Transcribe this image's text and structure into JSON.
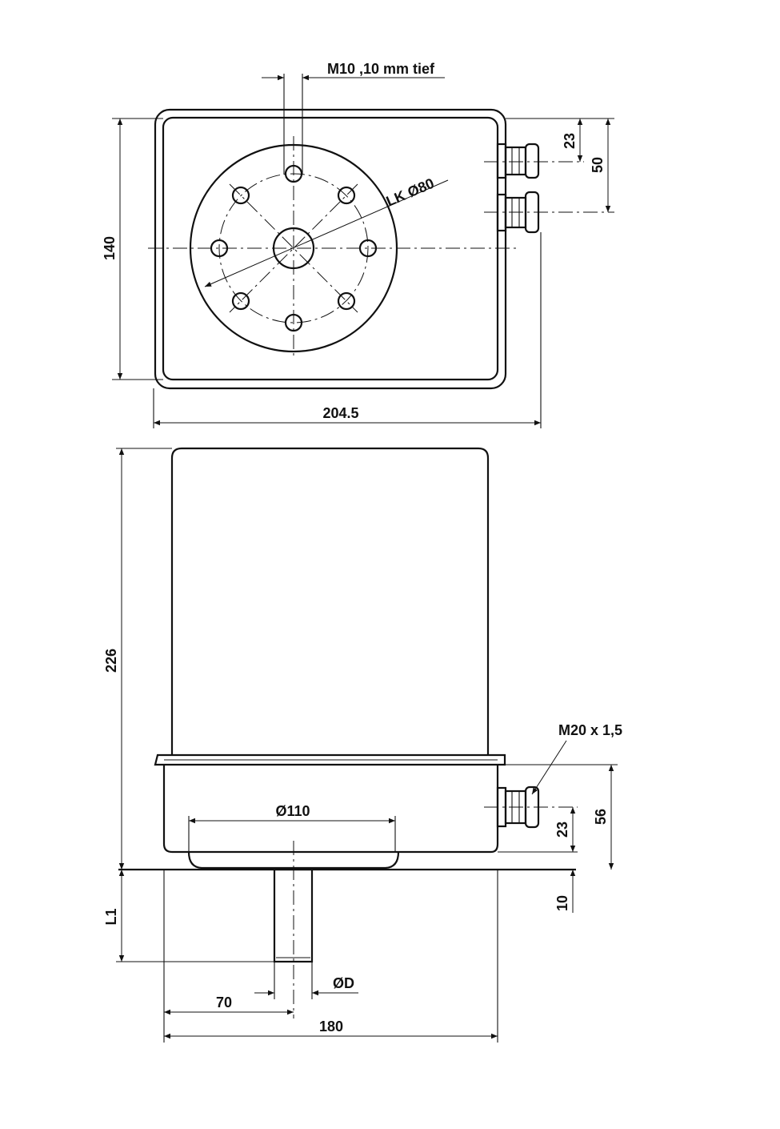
{
  "labels": {
    "thread_top": "M10 ,10 mm tief",
    "bolt_circle": "LK Ø80",
    "height_top": "140",
    "width_top": "204.5",
    "gland_spacing": "23",
    "gland_offset": "50",
    "height_total": "226",
    "gland_thread": "M20 x 1,5",
    "flange_diameter": "Ø110",
    "gland_height_side": "23",
    "base_height": "56",
    "base_offset": "10",
    "shaft_length": "L1",
    "shaft_diameter": "ØD",
    "shaft_offset": "70",
    "width_bottom": "180"
  }
}
